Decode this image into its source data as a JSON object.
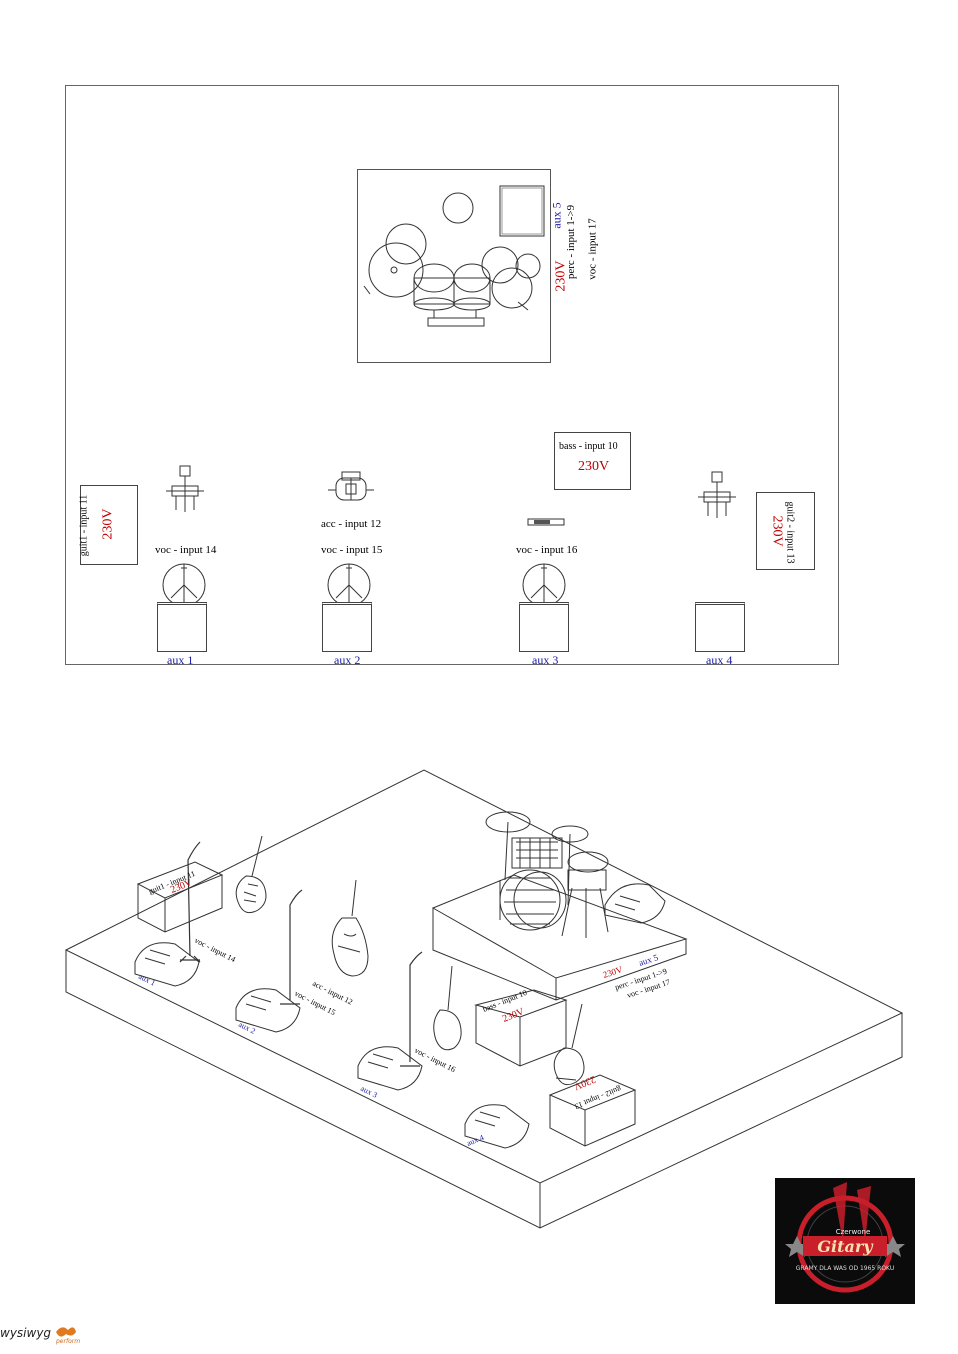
{
  "plan": {
    "drum_riser": {
      "aux": "aux 5",
      "power": "230V",
      "perc": "perc -  input 1->9",
      "voc": "voc -  input 17"
    },
    "bass_box": {
      "label": "bass - input 10",
      "power": "230V"
    },
    "guit1_box": {
      "label": "guit1 - input 11",
      "power": "230V"
    },
    "guit2_box": {
      "label": "guit2 - input 13",
      "power": "230V"
    },
    "acc_label": "acc - input 12",
    "vocals": [
      "voc -  input 14",
      "voc -  input 15",
      "voc -  input 16"
    ],
    "aux": [
      "aux 1",
      "aux 2",
      "aux 3",
      "aux 4"
    ]
  },
  "iso": {
    "guit1": "guit1 - input 11",
    "guit1_power": "230V",
    "voc14": "voc -  input 14",
    "acc": "acc - input 12",
    "voc15": "voc -  input 15",
    "voc16": "voc -  input 16",
    "bass": "bass - input 10",
    "bass_power": "230V",
    "guit2": "guit2 - input 13",
    "guit2_power": "230V",
    "drum_power": "230V",
    "drum_aux": "aux 5",
    "drum_perc": "perc -  input 1->9",
    "drum_voc": "voc -  input 17",
    "aux1": "aux 1",
    "aux2": "aux 2",
    "aux3": "aux 3",
    "aux4": "aux 4"
  },
  "logo": {
    "brand": "Gitary",
    "prefix": "Czerwone",
    "tagline": "GRAMY DLA WAS OD 1965 ROKU"
  },
  "software": {
    "name": "wysiwyg",
    "edition": "perform"
  },
  "colors": {
    "power": "#c00000",
    "aux": "#1a1aa8",
    "logo_bg": "#0b0b0b",
    "logo_red": "#c81f2a"
  }
}
